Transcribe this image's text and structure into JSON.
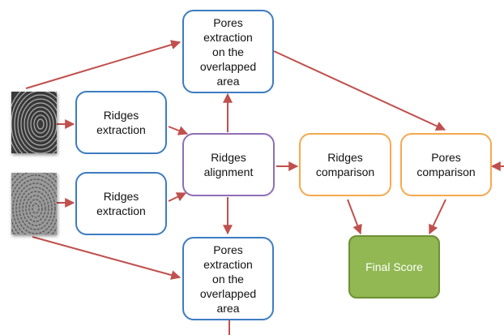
{
  "colors": {
    "arrow": "#c0504d",
    "box_blue": "#3d7cc1",
    "box_purple": "#8f6eb5",
    "box_orange": "#f5a94f",
    "box_green_fill": "#91b852",
    "box_green_border": "#6e9035"
  },
  "nodes": {
    "pores_top": "Pores\nextraction\non the\noverlapped\narea",
    "ridges_extraction_1": "Ridges\nextraction",
    "ridges_extraction_2": "Ridges\nextraction",
    "ridges_alignment": "Ridges\nalignment",
    "ridges_comparison": "Ridges\ncomparison",
    "pores_comparison": "Pores\ncomparison",
    "pores_bottom": "Pores\nextraction\non the\noverlapped\narea",
    "final_score": "Final Score"
  },
  "images": {
    "fingerprint_1": "fingerprint-image",
    "fingerprint_2": "fingerprint-image"
  }
}
